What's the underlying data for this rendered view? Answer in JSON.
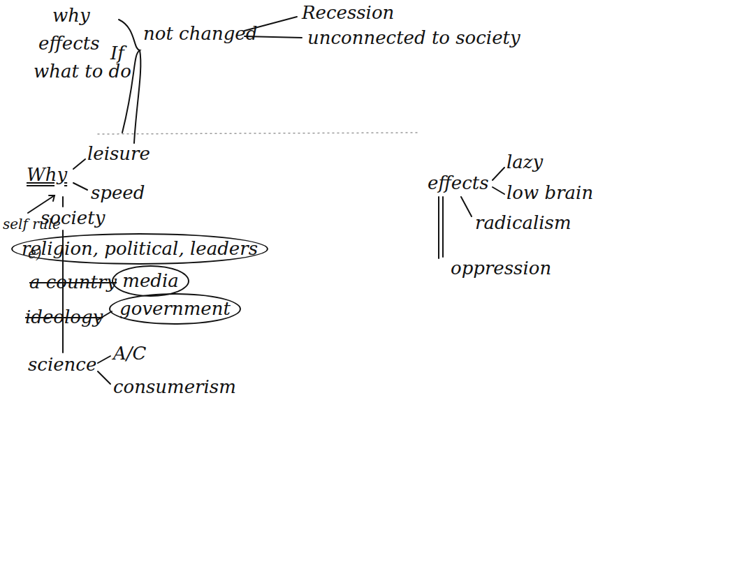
{
  "diagram": {
    "nodes": [
      {
        "text": [
          "religion, political, leaders"
        ]
      },
      {
        "text": [
          "media"
        ]
      },
      {
        "text": [
          "government"
        ]
      }
    ],
    "labels": [
      "why",
      "effects",
      "what to do",
      "If",
      "not changed",
      "Recession",
      "unconnected to society",
      "Why",
      "leisure",
      "speed",
      "society",
      "self rule",
      "e)",
      "a country",
      "ideology",
      "science",
      "A/C",
      "consumerism",
      "effects",
      "lazy",
      "low brain",
      "radicalism",
      "oppression"
    ]
  }
}
